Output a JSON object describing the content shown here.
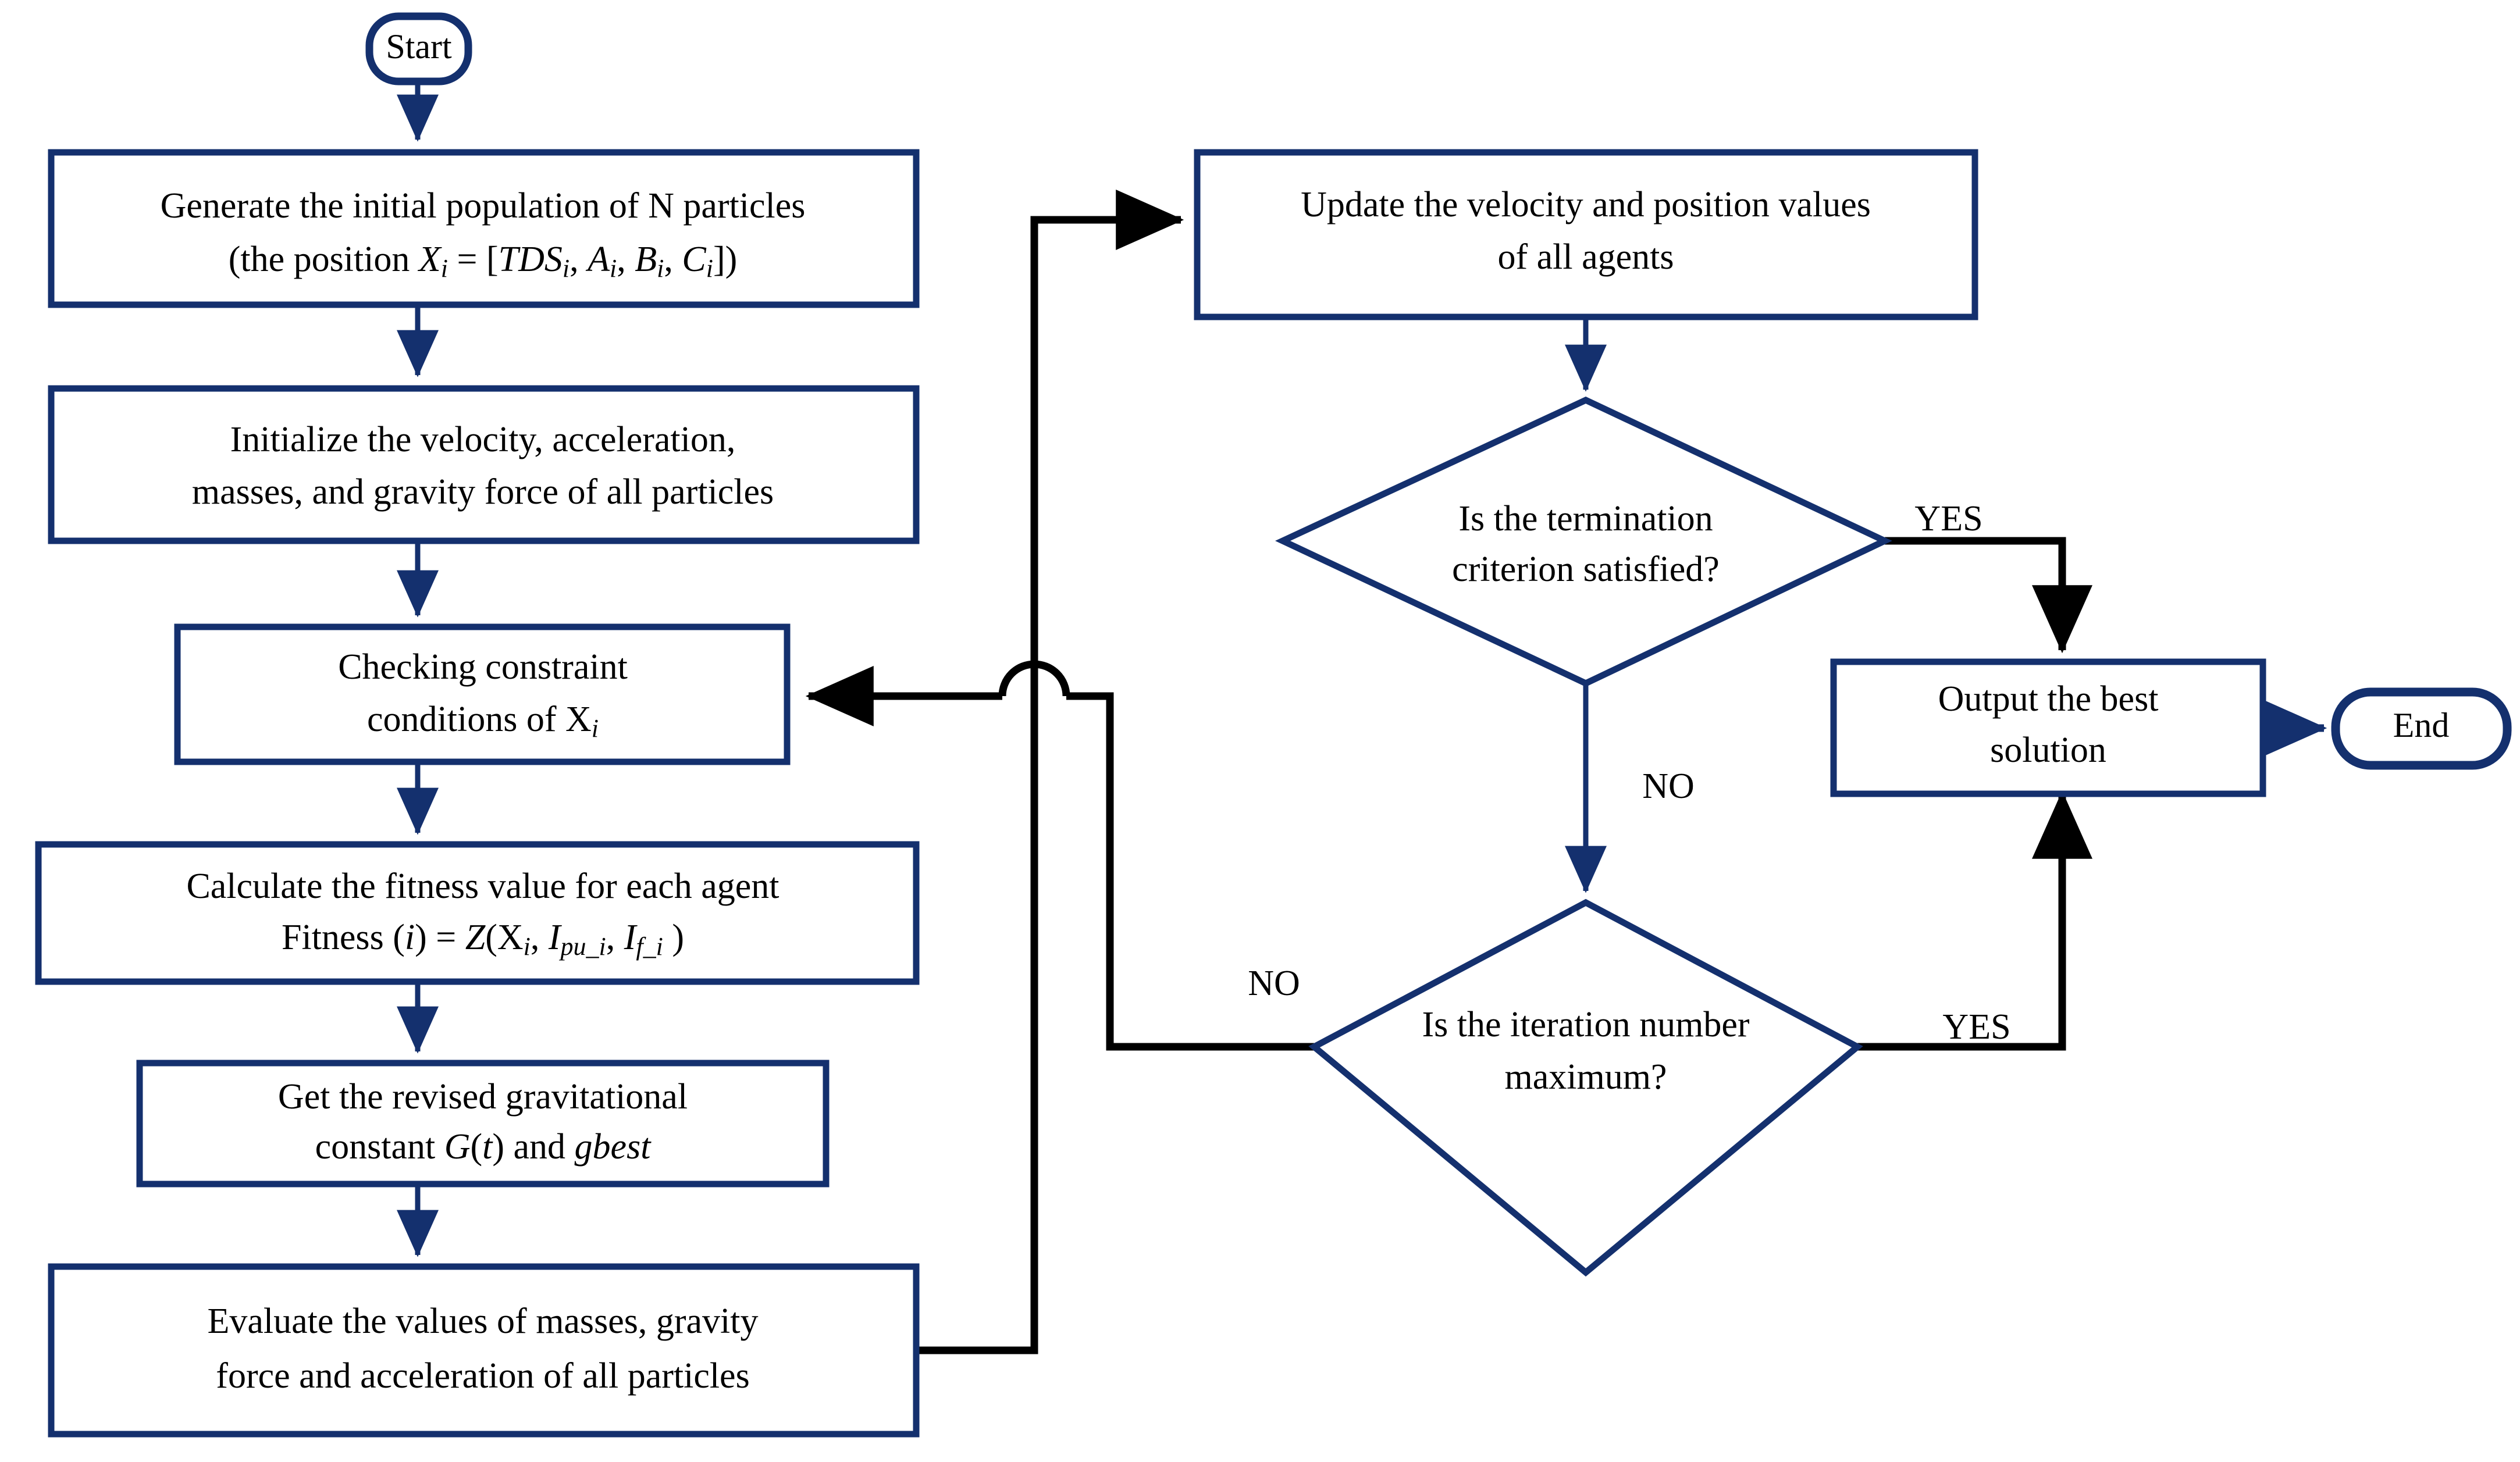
{
  "diagram": {
    "title": "Hybrid PSOGSA optimization algorithm flowchart",
    "colors": {
      "node_stroke": "#14306e",
      "connector_navy": "#14306e",
      "connector_black": "#000000",
      "text": "#000000",
      "background": "#ffffff"
    }
  },
  "nodes": {
    "start": {
      "label": "Start",
      "shape": "terminator"
    },
    "generate_population": {
      "shape": "process",
      "line1": "Generate the initial population of N particles",
      "line2_prefix": "(the position X",
      "line2_sub1": "i",
      "line2_mid": " = [TDS",
      "line2_sub2": "i",
      "line2_a": ", A",
      "line2_sub3": "i",
      "line2_b": ", B",
      "line2_sub4": "i",
      "line2_c": ", C",
      "line2_sub5": "i",
      "line2_suffix": "])",
      "plain_text": "Generate the initial population of N particles (the position Xi = [TDSi, Ai, Bi, Ci])"
    },
    "initialize": {
      "shape": "process",
      "line1": "Initialize the velocity, acceleration,",
      "line2": "masses, and gravity force of all particles",
      "plain_text": "Initialize the velocity, acceleration, masses, and gravity force of all particles"
    },
    "checking_constraint": {
      "shape": "process",
      "line1": "Checking constraint",
      "line2_prefix": "conditions of X",
      "line2_sub": "i",
      "plain_text": "Checking constraint conditions of Xi"
    },
    "calculate_fitness": {
      "shape": "process",
      "line1": "Calculate the fitness value for each agent",
      "line2_a": "Fitness (",
      "line2_i": "i",
      "line2_b": ") = Z(X",
      "line2_sub1": "i",
      "line2_c": ", I",
      "line2_sub2": "pu_i",
      "line2_d": ", I",
      "line2_sub3": "f_i",
      "line2_e": " )",
      "plain_text": "Calculate the fitness value for each agent Fitness (i) = Z(Xi, Ipu_i, If_i )"
    },
    "gravitational_constant": {
      "shape": "process",
      "line1": "Get the revised gravitational",
      "line2_a": "constant G(",
      "line2_t": "t",
      "line2_b": ") and ",
      "line2_gbest": "gbest",
      "plain_text": "Get the revised gravitational constant G(t) and gbest"
    },
    "evaluate_masses": {
      "shape": "process",
      "line1": "Evaluate the values of masses, gravity",
      "line2": "force and acceleration of all particles",
      "plain_text": "Evaluate the values of masses, gravity force and acceleration of all particles"
    },
    "update_velocity": {
      "shape": "process",
      "line1": "Update the velocity and position values",
      "line2": "of all agents",
      "plain_text": "Update the velocity and position values of all agents"
    },
    "termination_check": {
      "shape": "decision",
      "line1": "Is the termination",
      "line2": "criterion satisfied?",
      "plain_text": "Is the termination criterion satisfied?"
    },
    "iteration_check": {
      "shape": "decision",
      "line1": "Is the iteration number",
      "line2": "maximum?",
      "plain_text": "Is the iteration number maximum?"
    },
    "output_solution": {
      "shape": "process",
      "line1": "Output the best",
      "line2": "solution",
      "plain_text": "Output the best solution"
    },
    "end": {
      "label": "End",
      "shape": "terminator"
    }
  },
  "edge_labels": {
    "termination_yes": "YES",
    "termination_no": "NO",
    "iteration_yes": "YES",
    "iteration_no": "NO"
  }
}
